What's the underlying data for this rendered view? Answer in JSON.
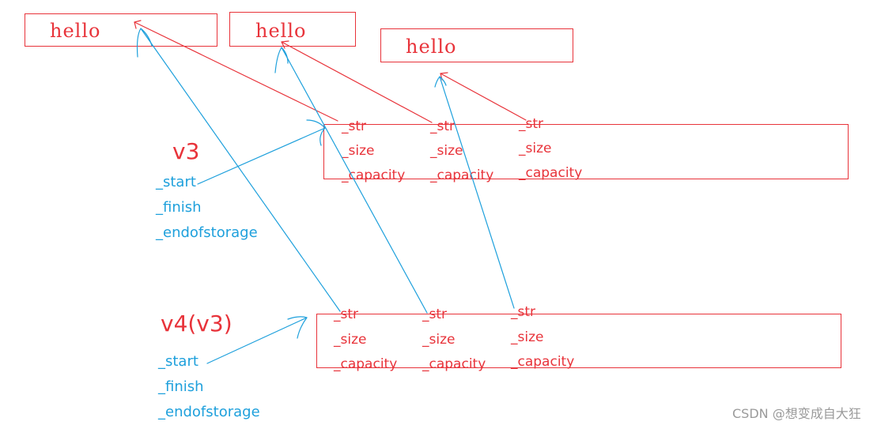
{
  "strings": [
    {
      "text": "hello"
    },
    {
      "text": "hello"
    },
    {
      "text": "hello"
    }
  ],
  "vectors": [
    {
      "label": "v3",
      "pointers": [
        "_start",
        "_finish",
        "_endofstorage"
      ],
      "elements": [
        {
          "fields": [
            "_str",
            "_size",
            "_capacity"
          ]
        },
        {
          "fields": [
            "_str",
            "_size",
            "_capacity"
          ]
        },
        {
          "fields": [
            "_str",
            "_size",
            "_capacity"
          ]
        }
      ]
    },
    {
      "label": "v4(v3)",
      "pointers": [
        "_start",
        "_finish",
        "_endofstorage"
      ],
      "elements": [
        {
          "fields": [
            "_str",
            "_size",
            "_capacity"
          ]
        },
        {
          "fields": [
            "_str",
            "_size",
            "_capacity"
          ]
        },
        {
          "fields": [
            "_str",
            "_size",
            "_capacity"
          ]
        }
      ]
    }
  ],
  "watermark": "CSDN @想变成自大狂",
  "colors": {
    "red": "#e8333a",
    "blue": "#1ea0dc",
    "watermark": "#9a9a9a"
  }
}
